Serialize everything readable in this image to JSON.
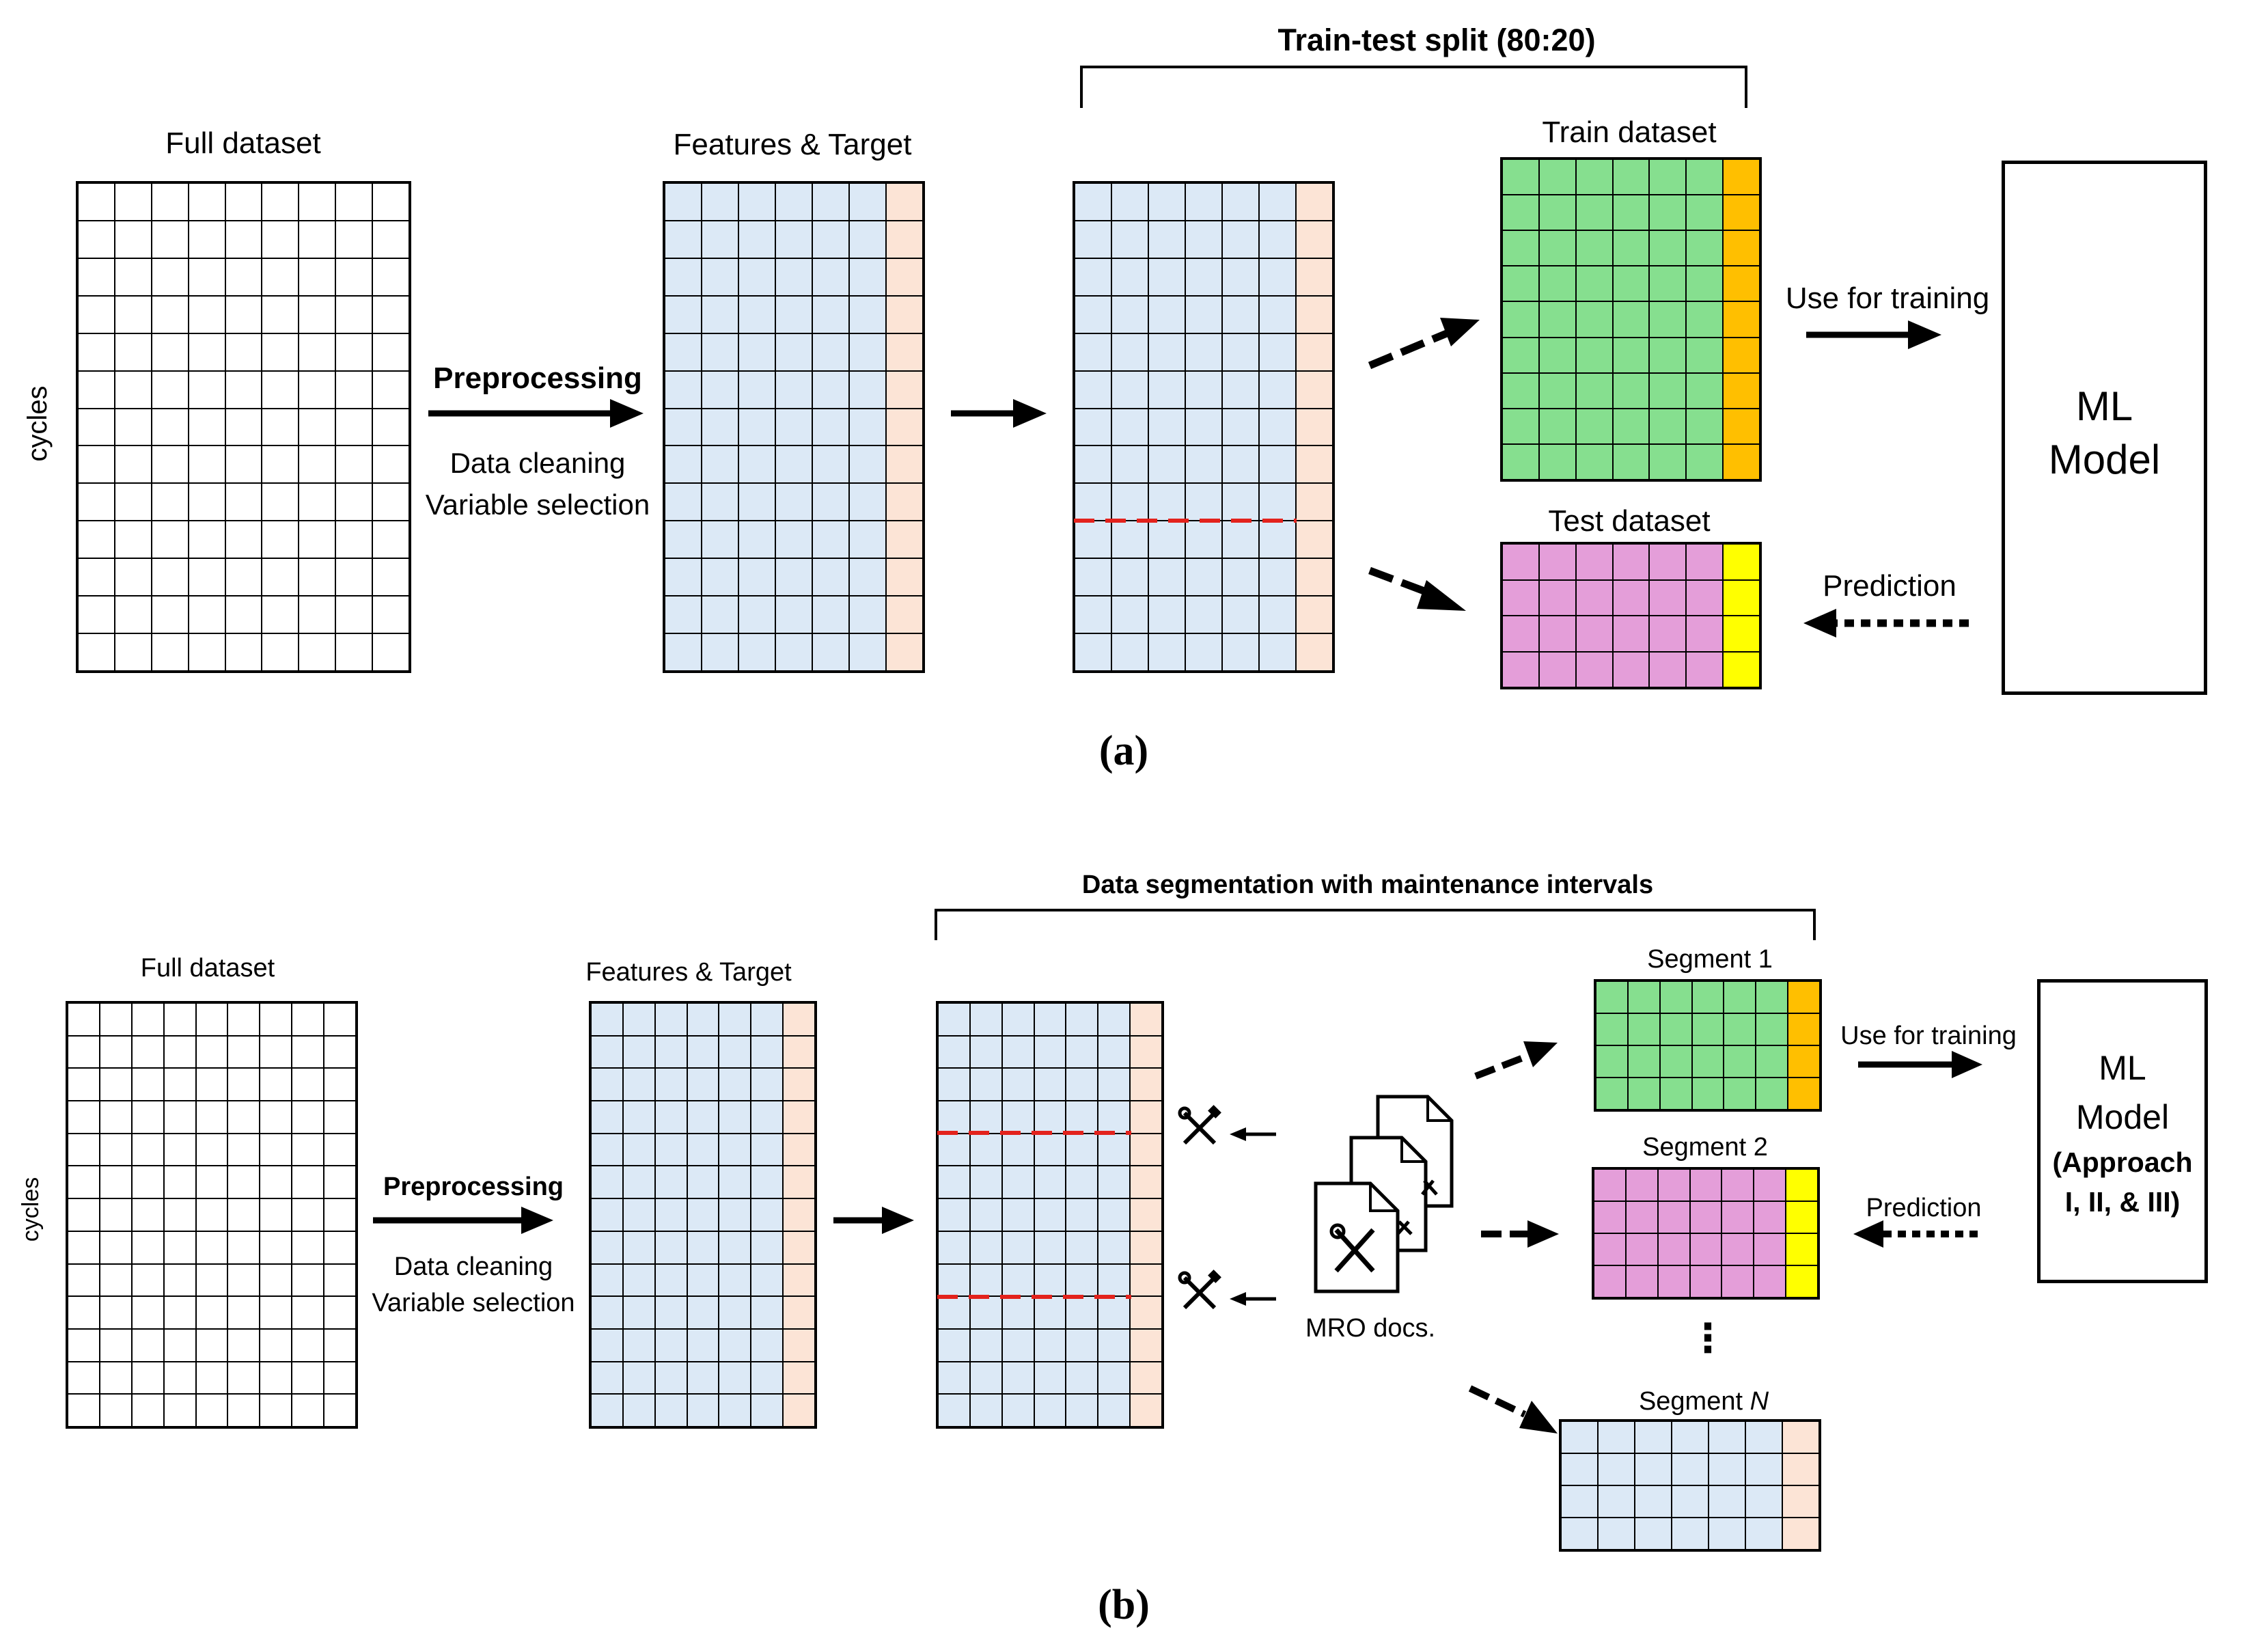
{
  "colors": {
    "feature": "#dce9f6",
    "target": "#fce4d6",
    "train": "#86df8f",
    "train_target": "#ffbf00",
    "test": "#e49ed9",
    "test_target": "#ffff00",
    "split_line": "#e3221c",
    "empty": "#ffffff"
  },
  "icons": {
    "split_marker": "wrench-screwdriver-icon",
    "mro_documents": "document-stack-icon"
  },
  "panel_a": {
    "caption": "(a)",
    "top_label": "Train-test split (80:20)",
    "full_dataset": "Full dataset",
    "axis_label": "cycles",
    "preprocessing": "Preprocessing",
    "data_cleaning": "Data cleaning",
    "variable_selection": "Variable selection",
    "features_target": "Features & Target",
    "train_dataset": "Train dataset",
    "test_dataset": "Test dataset",
    "use_for_training": "Use for training",
    "prediction": "Prediction",
    "ml_line1": "ML",
    "ml_line2": "Model"
  },
  "panel_b": {
    "caption": "(b)",
    "top_label": "Data segmentation with maintenance intervals",
    "full_dataset": "Full dataset",
    "axis_label": "cycles",
    "preprocessing": "Preprocessing",
    "data_cleaning": "Data cleaning",
    "variable_selection": "Variable selection",
    "features_target": "Features & Target",
    "mro_docs": "MRO docs.",
    "segment_1": "Segment 1",
    "segment_2": "Segment 2",
    "segment_n_prefix": "Segment ",
    "segment_n_var": "N",
    "ellipsis": "⋮",
    "use_for_training": "Use for training",
    "prediction": "Prediction",
    "ml_line1": "ML",
    "ml_line2": "Model",
    "approach_line1": "(Approach",
    "approach_line2": "I, II, & III)"
  }
}
